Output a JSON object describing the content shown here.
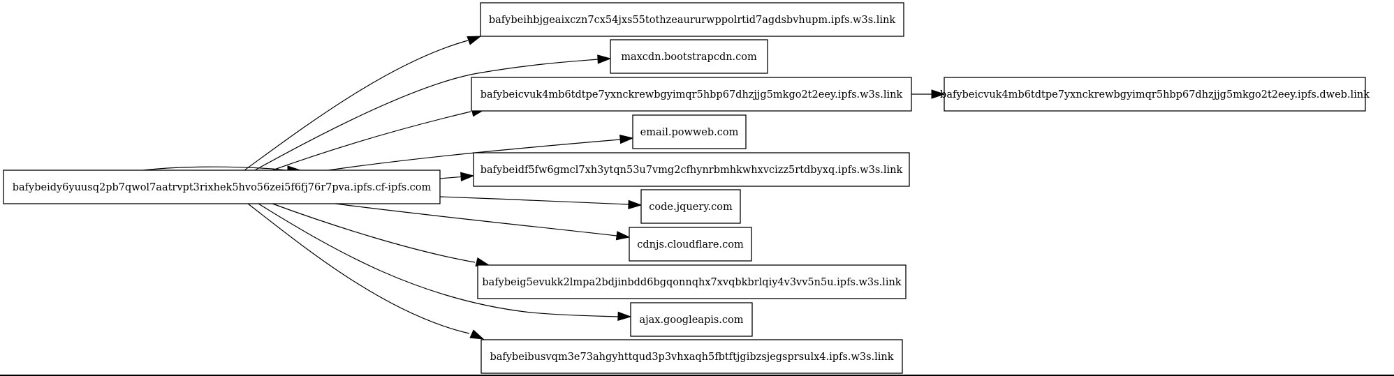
{
  "graph": {
    "nodes": [
      {
        "id": "root",
        "label": "bafybeidy6yuusq2pb7qwol7aatrvpt3rixhek5hvo56zei5f6fj76r7pva.ipfs.cf-ipfs.com"
      },
      {
        "id": "n1",
        "label": "bafybeihbjgeaixczn7cx54jxs55tothzeaururwppolrtid7agdsbvhupm.ipfs.w3s.link"
      },
      {
        "id": "n2",
        "label": "maxcdn.bootstrapcdn.com"
      },
      {
        "id": "n3",
        "label": "bafybeicvuk4mb6tdtpe7yxnckrewbgyimqr5hbp67dhzjjg5mkgo2t2eey.ipfs.w3s.link"
      },
      {
        "id": "n3b",
        "label": "bafybeicvuk4mb6tdtpe7yxnckrewbgyimqr5hbp67dhzjjg5mkgo2t2eey.ipfs.dweb.link"
      },
      {
        "id": "n4",
        "label": "email.powweb.com"
      },
      {
        "id": "n5",
        "label": "bafybeidf5fw6gmcl7xh3ytqn53u7vmg2cfhynrbmhkwhxvcizz5rtdbyxq.ipfs.w3s.link"
      },
      {
        "id": "n6",
        "label": "code.jquery.com"
      },
      {
        "id": "n7",
        "label": "cdnjs.cloudflare.com"
      },
      {
        "id": "n8",
        "label": "bafybeig5evukk2lmpa2bdjinbdd6bgqonnqhx7xvqbkbrlqiy4v3vv5n5u.ipfs.w3s.link"
      },
      {
        "id": "n9",
        "label": "ajax.googleapis.com"
      },
      {
        "id": "n10",
        "label": "bafybeibusvqm3e73ahgyhttqud3p3vhxaqh5fbtftjgibzsjegsprsulx4.ipfs.w3s.link"
      }
    ],
    "edges": [
      {
        "from": "root",
        "to": "root"
      },
      {
        "from": "root",
        "to": "n1"
      },
      {
        "from": "root",
        "to": "n2"
      },
      {
        "from": "root",
        "to": "n3"
      },
      {
        "from": "root",
        "to": "n4"
      },
      {
        "from": "root",
        "to": "n5"
      },
      {
        "from": "root",
        "to": "n6"
      },
      {
        "from": "root",
        "to": "n7"
      },
      {
        "from": "root",
        "to": "n8"
      },
      {
        "from": "root",
        "to": "n9"
      },
      {
        "from": "root",
        "to": "n10"
      },
      {
        "from": "n3",
        "to": "n3b"
      }
    ]
  }
}
